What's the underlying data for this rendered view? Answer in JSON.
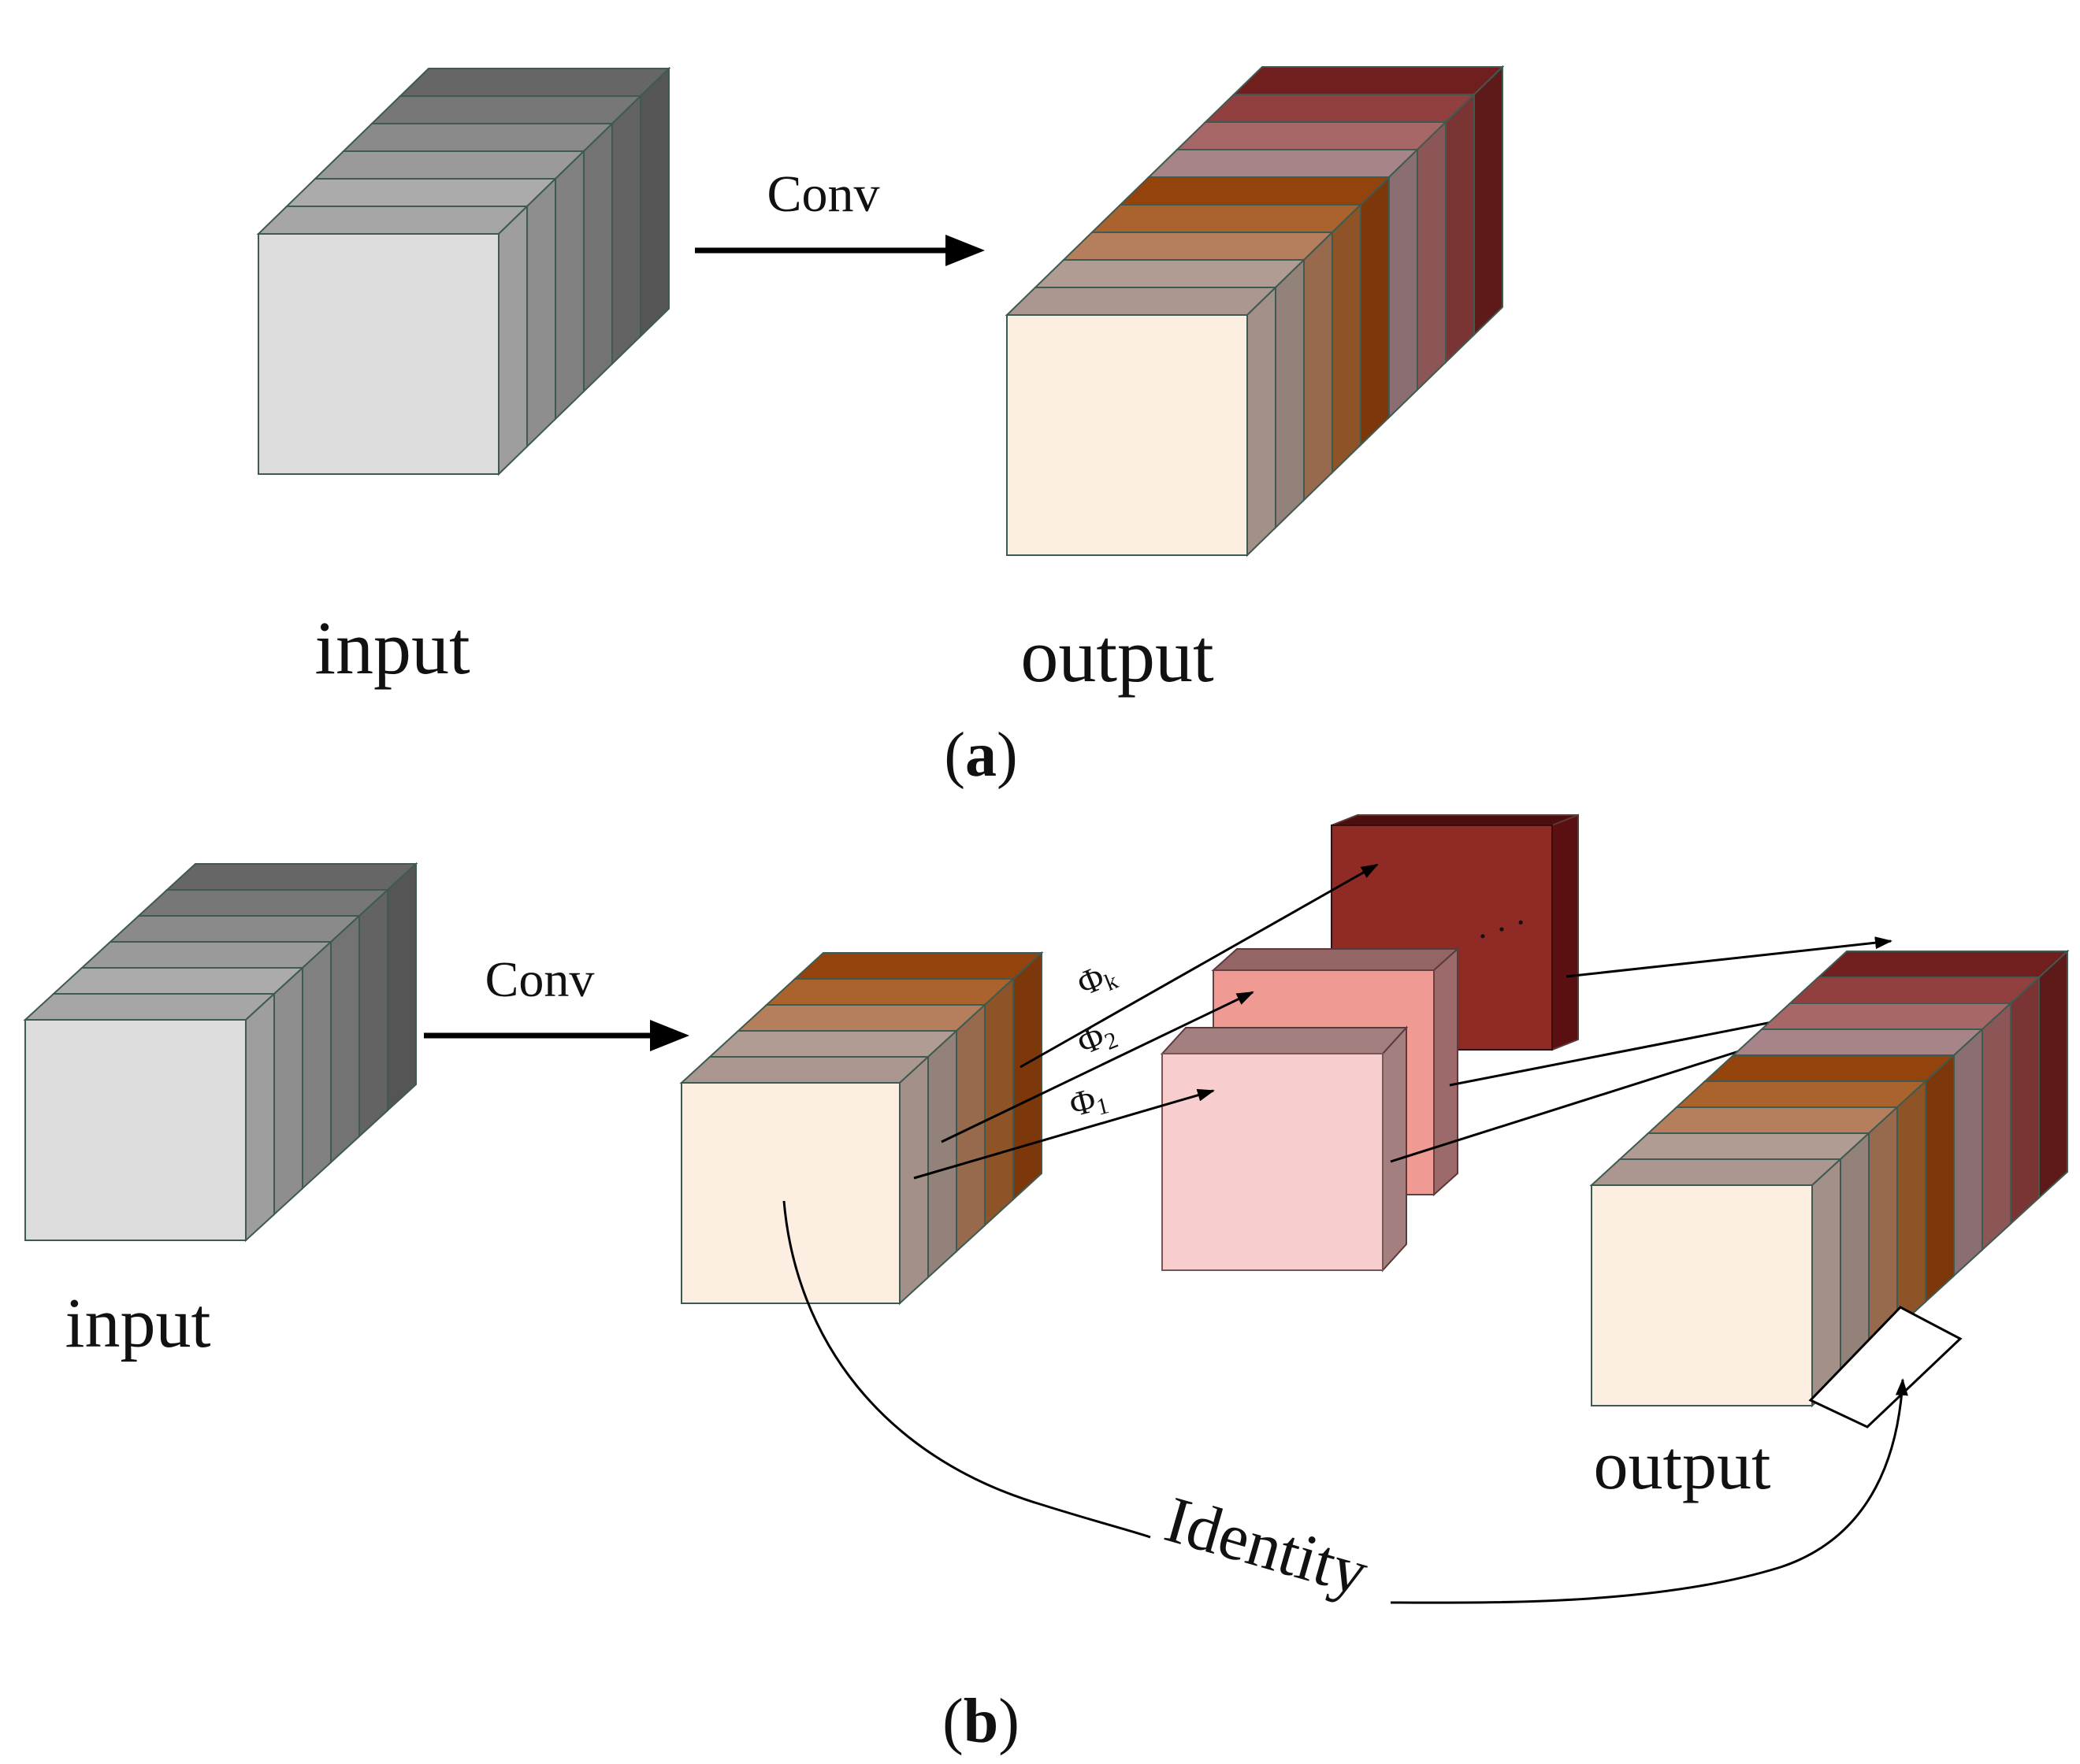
{
  "panel_a": {
    "input_label": "input",
    "operation_label": "Conv",
    "output_label": "output",
    "caption_open": "(",
    "caption_letter": "a",
    "caption_close": ")",
    "input_layers": [
      "#dcdcdc",
      "#9e9e9e",
      "#8f8f8f",
      "#808080",
      "#6e6e6e",
      "#5e5e5e"
    ],
    "output_layers": [
      "#fdeee2",
      "#a39088",
      "#a87656",
      "#9e5c2a",
      "#8a3e0c",
      "#9a7a7d",
      "#9c5f5f",
      "#873a3a",
      "#681c1c"
    ]
  },
  "panel_b": {
    "input_label": "input",
    "operation_label": "Conv",
    "intrinsic_layers": [
      "#fdeee2",
      "#a39088",
      "#a87656",
      "#9e5c2a",
      "#8a3e0c"
    ],
    "ghost_maps": {
      "phi_1": {
        "symbol": "Φ",
        "subscript": "1",
        "front": "#f8cdcd",
        "side": "#a47f7f"
      },
      "phi_2": {
        "symbol": "Φ",
        "subscript": "2",
        "front": "#ef9a92",
        "side": "#9c6a6a"
      },
      "phi_k": {
        "symbol": "Φ",
        "subscript": "k",
        "front": "#8f2a25",
        "side": "#5a1010"
      }
    },
    "ellipsis": "· · ·",
    "identity_label": "Identity",
    "output_label": "output",
    "output_layers": [
      "#fdeee2",
      "#a39088",
      "#a87656",
      "#9e5c2a",
      "#8a3e0c",
      "#9a7a7d",
      "#9c5f5f",
      "#873a3a",
      "#681c1c"
    ],
    "caption_open": "(",
    "caption_letter": "b",
    "caption_close": ")"
  }
}
